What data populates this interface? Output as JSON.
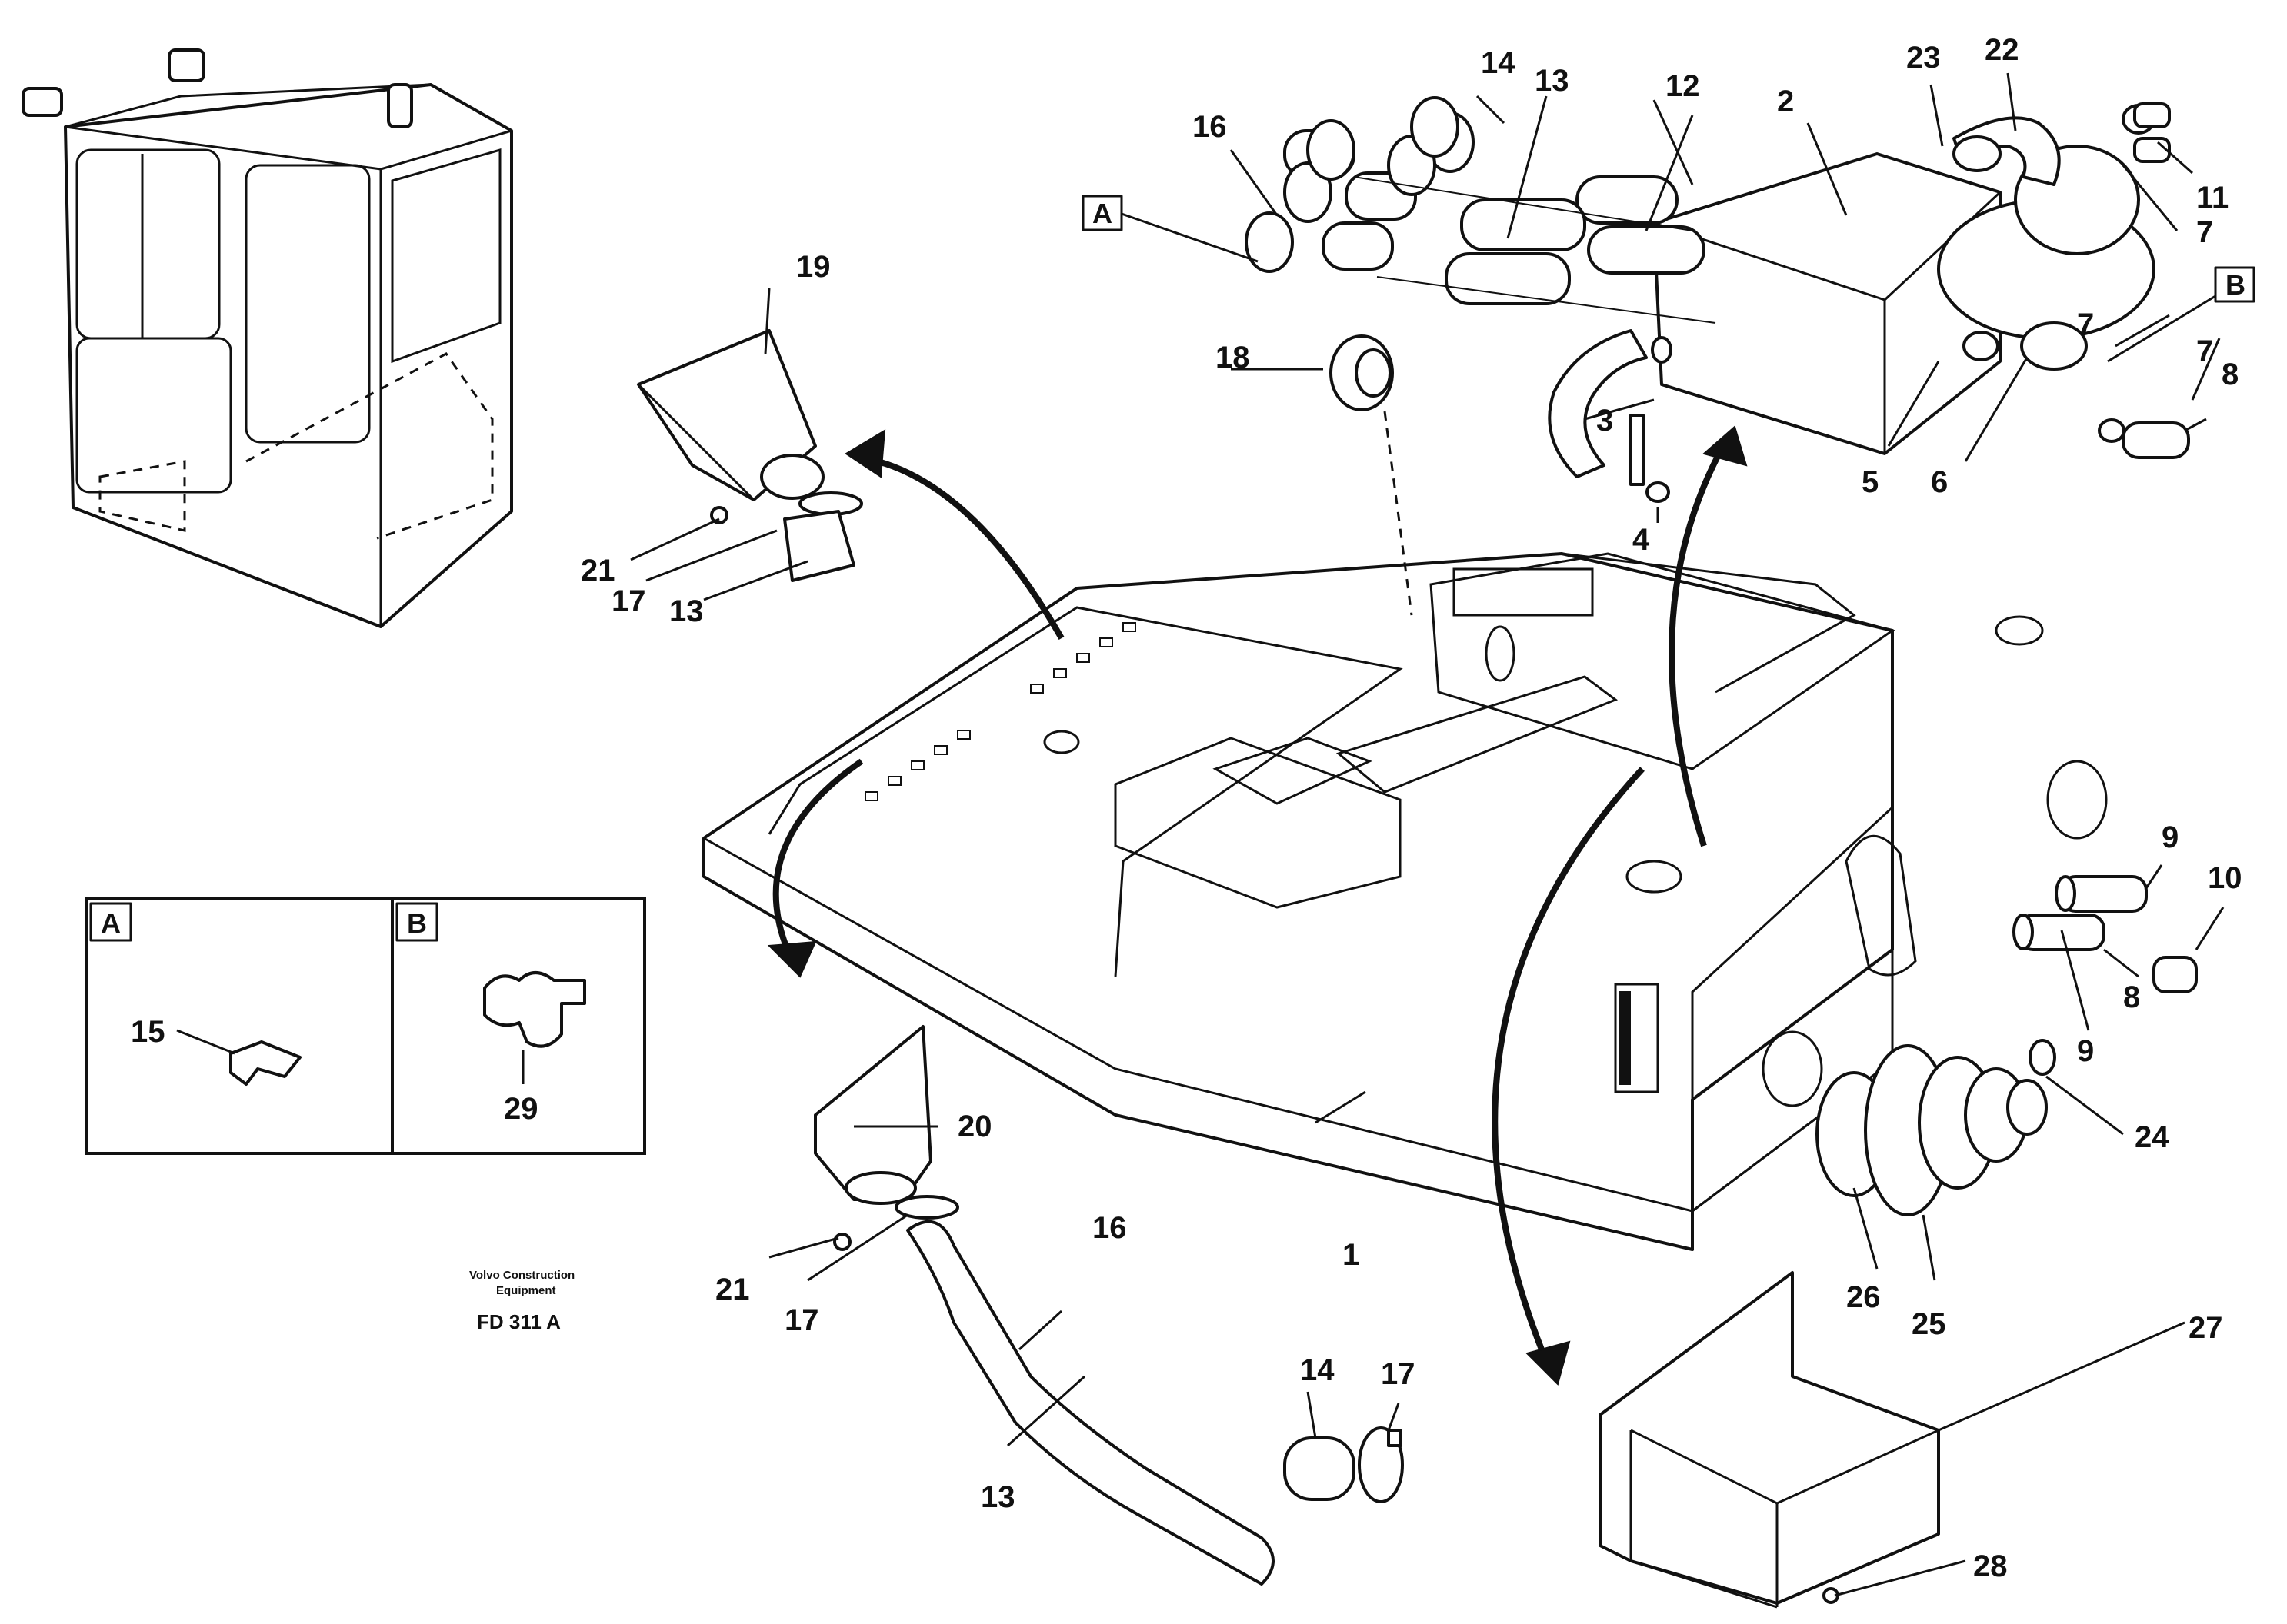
{
  "diagram": {
    "callouts": [
      "1",
      "2",
      "3",
      "4",
      "5",
      "6",
      "7",
      "7",
      "7",
      "8",
      "8",
      "9",
      "9",
      "10",
      "11",
      "12",
      "13",
      "13",
      "13",
      "14",
      "14",
      "16",
      "16",
      "17",
      "17",
      "17",
      "18",
      "19",
      "20",
      "21",
      "21",
      "22",
      "23",
      "24",
      "25",
      "26",
      "27",
      "28"
    ],
    "callout_boxes": [
      "A",
      "B"
    ],
    "inset": {
      "panel_a_letter": "A",
      "panel_a_part": "15",
      "panel_b_letter": "B",
      "panel_b_part": "29"
    },
    "caption": {
      "line1": "Volvo Construction",
      "line2": "Equipment",
      "code": "FD 311 A"
    }
  }
}
